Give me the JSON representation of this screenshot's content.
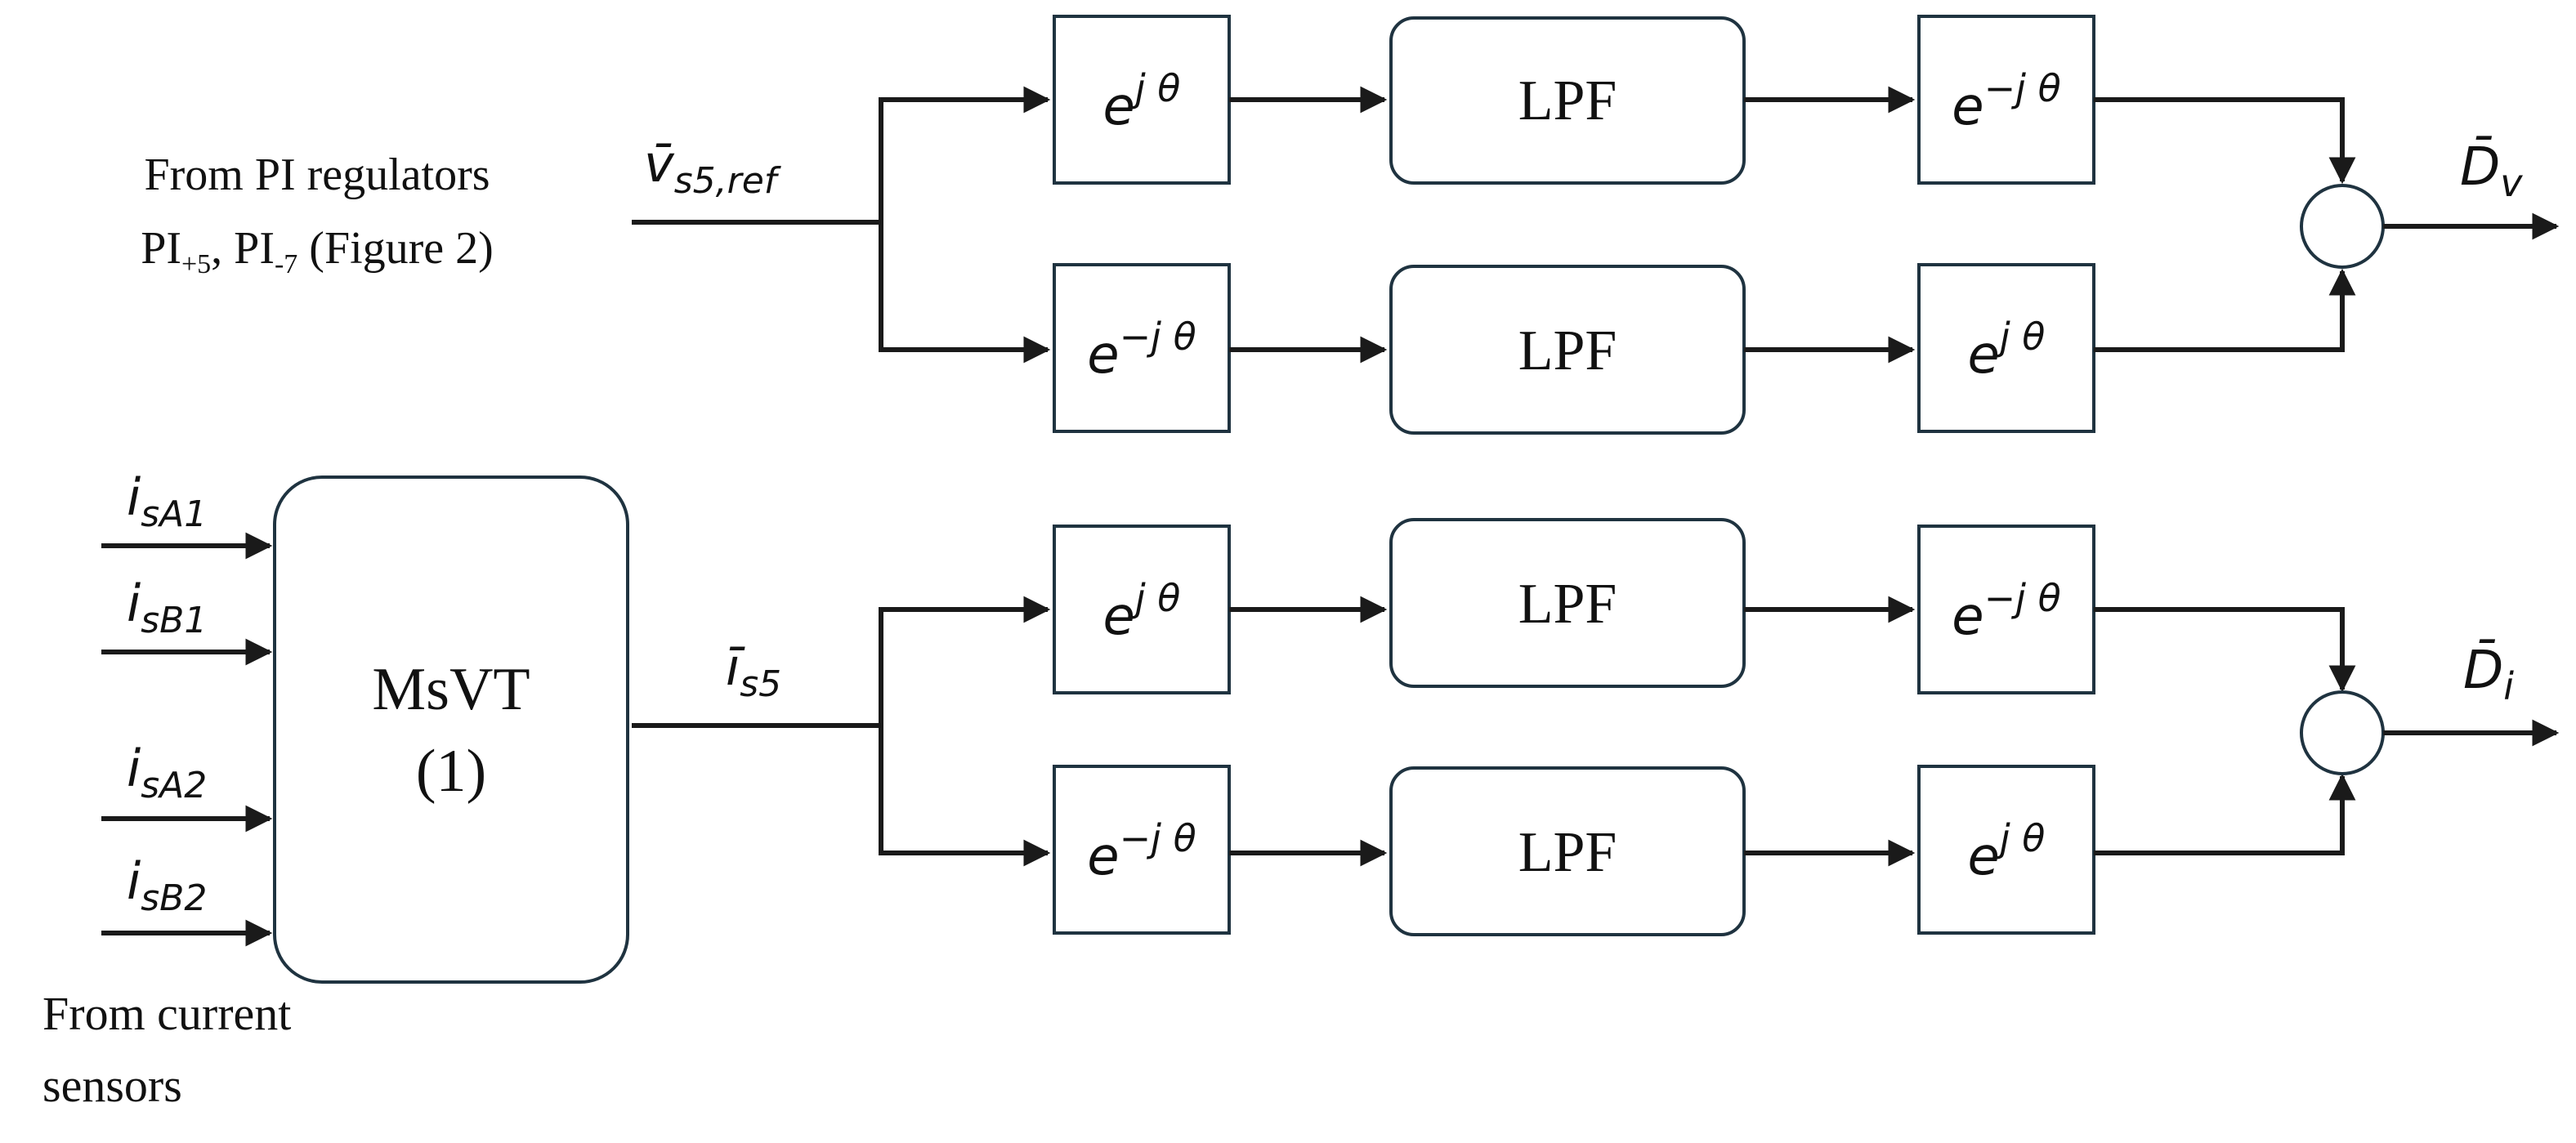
{
  "diagram": {
    "inputs": {
      "pi_source_line1": "From PI regulators",
      "pi_source_line2_prefix": "PI",
      "pi_sub_plus5": "+5",
      "pi_sep": ", PI",
      "pi_sub_minus7": "-7",
      "pi_source_line2_suffix": " (Figure 2)",
      "sensors_line1": "From current",
      "sensors_line2": "sensors",
      "current_signals": [
        {
          "main": "i",
          "sub": "sA1"
        },
        {
          "main": "i",
          "sub": "sB1"
        },
        {
          "main": "i",
          "sub": "sA2"
        },
        {
          "main": "i",
          "sub": "sB2"
        }
      ]
    },
    "msvt": {
      "line1": "MsVT",
      "line2": "(1)"
    },
    "signals": {
      "v_ref": {
        "main": "v̄",
        "sub": "s5,ref"
      },
      "i_s5": {
        "main": "ī",
        "sub": "s5"
      }
    },
    "rotators": {
      "pos": {
        "base": "e",
        "exp": "j θ"
      },
      "neg": {
        "base": "e",
        "exp": "−j θ"
      }
    },
    "lpf_label": "LPF",
    "outputs": {
      "d_v": {
        "main": "D̄",
        "sub": "v"
      },
      "d_i": {
        "main": "D̄",
        "sub": "i"
      }
    }
  }
}
